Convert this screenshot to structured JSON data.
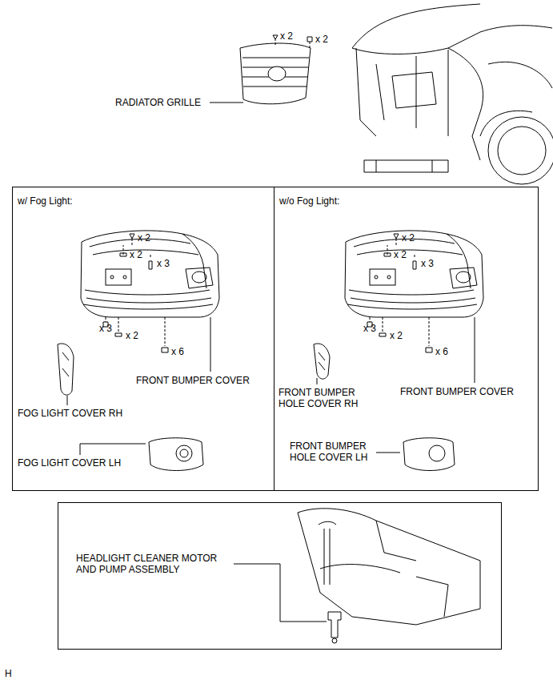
{
  "diagram": {
    "nodes": [
      {
        "text": [
          "w/ Fog Light:"
        ]
      },
      {
        "text": [
          "w/o Fog Light:"
        ]
      },
      {
        "text": [
          "HEADLIGHT CLEANER MOTOR AND PUMP ASSEMBLY"
        ]
      }
    ],
    "labels": [
      "x 2",
      "x 2",
      "RADIATOR GRILLE",
      "x 2",
      "x 2",
      "x 3",
      "x 3",
      "x 2",
      "x 6",
      "FRONT BUMPER COVER",
      "FOG LIGHT COVER RH",
      "FOG LIGHT COVER LH",
      "x 2",
      "x 2",
      "x 3",
      "x 3",
      "x 2",
      "x 6",
      "FRONT BUMPER HOLE COVER RH",
      "FRONT BUMPER COVER",
      "FRONT BUMPER HOLE COVER LH",
      "H"
    ]
  }
}
